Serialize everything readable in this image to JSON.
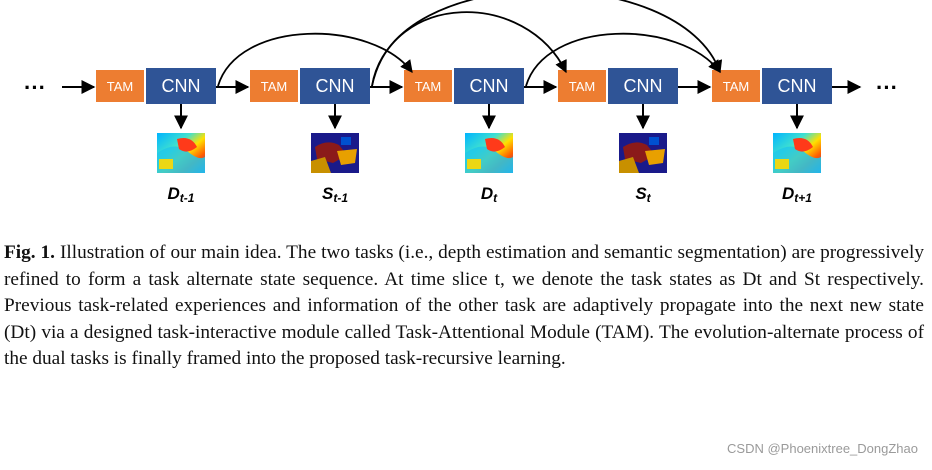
{
  "figure": {
    "leading_ellipsis": "···",
    "trailing_ellipsis": "···",
    "modules": [
      {
        "tam_label": "TAM",
        "cnn_label": "CNN"
      },
      {
        "tam_label": "TAM",
        "cnn_label": "CNN"
      },
      {
        "tam_label": "TAM",
        "cnn_label": "CNN"
      },
      {
        "tam_label": "TAM",
        "cnn_label": "CNN"
      },
      {
        "tam_label": "TAM",
        "cnn_label": "CNN"
      }
    ],
    "outputs": [
      {
        "type": "depth",
        "main": "D",
        "sub": "t-1"
      },
      {
        "type": "segmentation",
        "main": "S",
        "sub": "t-1"
      },
      {
        "type": "depth",
        "main": "D",
        "sub": "t"
      },
      {
        "type": "segmentation",
        "main": "S",
        "sub": "t"
      },
      {
        "type": "depth",
        "main": "D",
        "sub": "t+1"
      }
    ],
    "colors": {
      "tam": "#ed7d31",
      "cnn": "#2f5496",
      "arrow": "#000000"
    }
  },
  "caption": {
    "label": "Fig. 1.",
    "text": " Illustration of our main idea. The two tasks (i.e., depth estimation and semantic segmentation) are progressively refined to form a task alternate state sequence. At time slice t, we denote the task states as Dt and St respectively. Previous task-related experiences and information of the other task are adaptively propagate into the next new state (Dt) via a designed task-interactive module called Task-Attentional Module (TAM). The evolution-alternate process of the dual tasks is finally framed into the proposed task-recursive learning."
  },
  "watermark": "CSDN @Phoenixtree_DongZhao"
}
